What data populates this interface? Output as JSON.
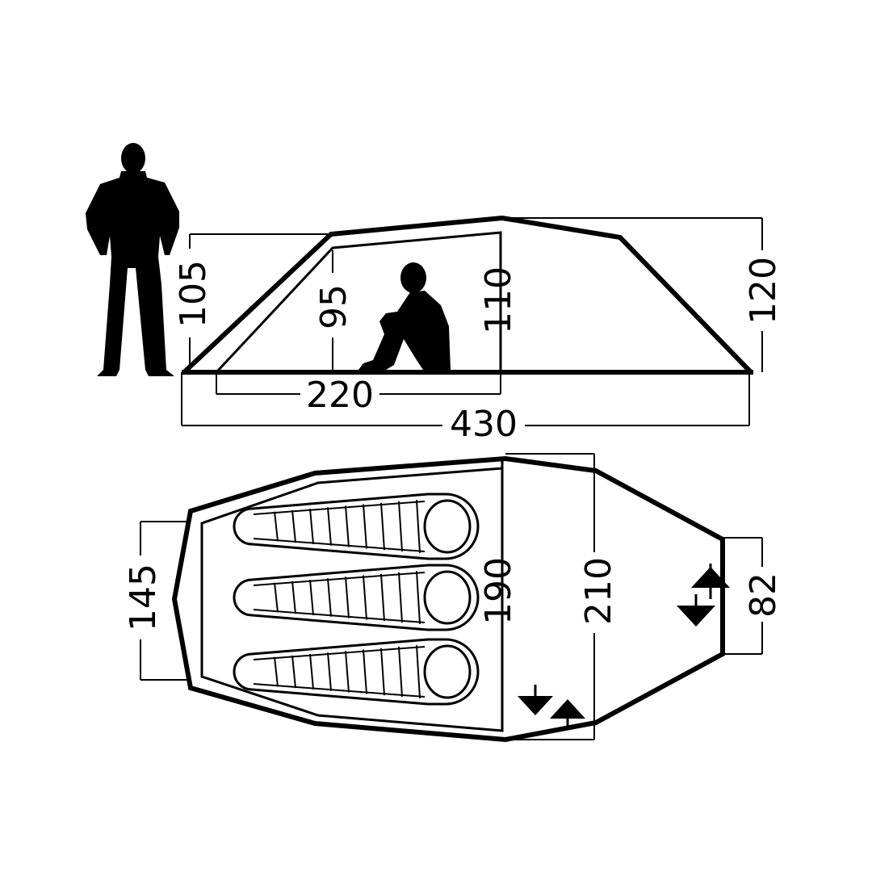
{
  "colors": {
    "stroke": "#000000",
    "background": "#ffffff"
  },
  "side_view": {
    "dimensions": {
      "inner_front_height": "95",
      "front_height": "105",
      "inner_rear_height": "110",
      "rear_height": "120",
      "inner_length": "220",
      "total_length": "430"
    }
  },
  "floor_plan": {
    "dimensions": {
      "front_width": "145",
      "inner_width": "190",
      "total_width": "210",
      "rear_width": "82"
    },
    "sleeping_bags": [
      {
        "id": "bag-1"
      },
      {
        "id": "bag-2"
      },
      {
        "id": "bag-3"
      }
    ],
    "door_icons": [
      "door-arrows-icon",
      "door-arrows-icon"
    ]
  },
  "figures": [
    "standing-person-icon",
    "sitting-person-icon"
  ]
}
